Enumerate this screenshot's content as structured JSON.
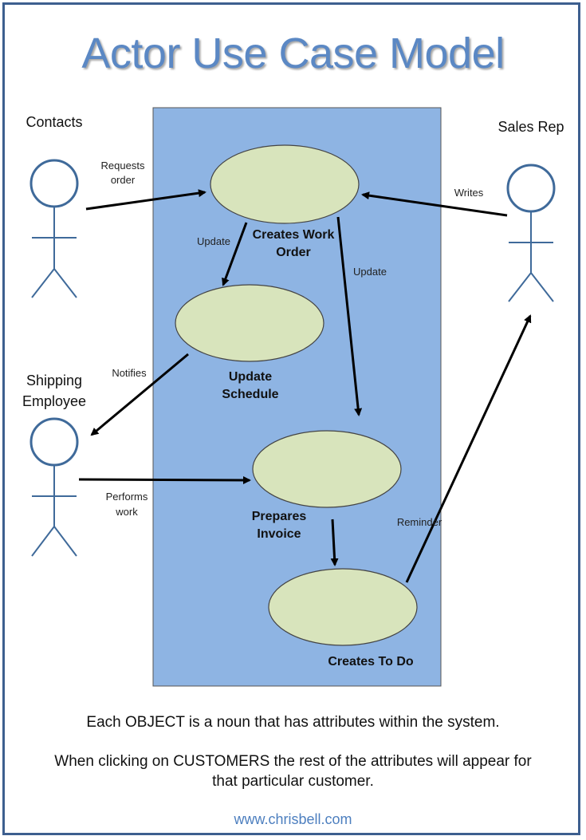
{
  "title": "Actor Use Case Model",
  "actors": {
    "contacts": "Contacts",
    "sales_rep": "Sales Rep",
    "shipping_line1": "Shipping",
    "shipping_line2": "Employee"
  },
  "use_cases": {
    "creates_work_order_line1": "Creates Work",
    "creates_work_order_line2": "Order",
    "update_schedule_line1": "Update",
    "update_schedule_line2": "Schedule",
    "prepares_invoice_line1": "Prepares",
    "prepares_invoice_line2": "Invoice",
    "creates_to_do": "Creates To Do"
  },
  "edges": {
    "requests_line1": "Requests",
    "requests_line2": "order",
    "writes": "Writes",
    "update_left": "Update",
    "update_right": "Update",
    "notifies": "Notifies",
    "performs_line1": "Performs",
    "performs_line2": "work",
    "reminder": "Reminder"
  },
  "notes": {
    "line1": "Each OBJECT is a noun that has attributes within the system.",
    "line2a": "When clicking on CUSTOMERS the rest of the attributes will appear for",
    "line2b": "that particular customer."
  },
  "footer": "www.chrisbell.com",
  "colors": {
    "system_box": "#8eb4e3",
    "use_case_fill": "#d8e4bc",
    "actor_stroke": "#3f6a9a",
    "title": "#5b88c4",
    "frame": "#3d5f8f"
  }
}
